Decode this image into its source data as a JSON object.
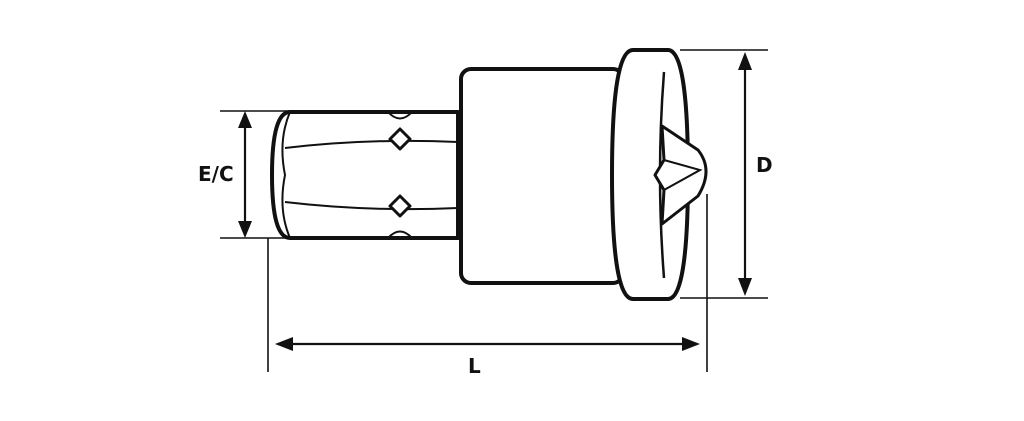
{
  "dimensions": {
    "hex_size_label": "E/C",
    "diameter_label": "D",
    "length_label": "L"
  },
  "colors": {
    "line": "#111111",
    "background": "#ffffff"
  }
}
